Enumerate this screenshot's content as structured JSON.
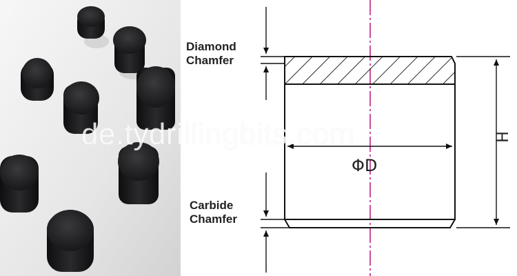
{
  "labels": {
    "diamond_line1": "Diamond",
    "diamond_line2": "Chamfer",
    "carbide_line1": "Carbide",
    "carbide_line2": "Chamfer",
    "diameter": "ΦD",
    "height": "H"
  },
  "watermark": "de.tydrillingbits.com",
  "colors": {
    "centerline": "#c0208a",
    "outline": "#111111",
    "photo_bg_light": "#f2f2f2",
    "cutter_dark": "#1c1c1e"
  }
}
